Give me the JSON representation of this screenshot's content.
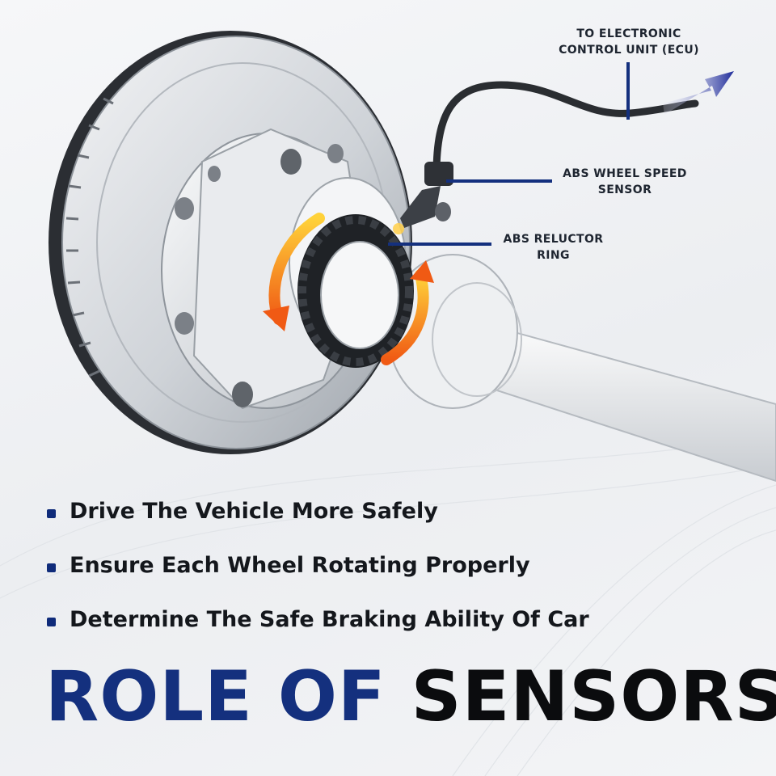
{
  "callouts": {
    "ecu": {
      "line1": "TO ELECTRONIC",
      "line2": "CONTROL UNIT (ECU)"
    },
    "sensor": {
      "line1": "ABS WHEEL SPEED",
      "line2": "SENSOR"
    },
    "reluctor": {
      "line1": "ABS RELUCTOR",
      "line2": "RING"
    }
  },
  "bullets": [
    "Drive The Vehicle More Safely",
    "Ensure Each Wheel Rotating Properly",
    "Determine The Safe Braking Ability Of Car"
  ],
  "headline": {
    "part1": "ROLE OF",
    "part2": "SENSORS"
  },
  "colors": {
    "accent": "#14307e",
    "text": "#0b0c0e",
    "rotation_arrow": "#f07a1a"
  }
}
